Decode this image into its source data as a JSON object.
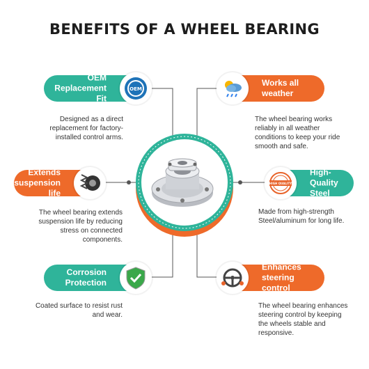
{
  "title": "BENEFITS OF A WHEEL BEARING",
  "benefits": [
    {
      "title_line1": "OEM",
      "title_line2": "Replacement Fit",
      "icon": "oem-badge-icon",
      "icon_text": "OEM",
      "desc_line1": "Designed as a direct",
      "desc_line2": "replacement for factory-",
      "desc_line3": "installed control arms."
    },
    {
      "title_line1": "Works all",
      "title_line2": "weather",
      "icon": "weather-icon",
      "desc_line1": "The wheel bearing works",
      "desc_line2": "reliably in all weather",
      "desc_line3": "conditions to keep your ride",
      "desc_line4": "smooth and safe."
    },
    {
      "title_line1": "Extends",
      "title_line2": "suspension life",
      "icon": "suspension-icon",
      "desc_line1": "The wheel bearing extends",
      "desc_line2": "suspension life by reducing",
      "desc_line3": "stress on connected",
      "desc_line4": "components."
    },
    {
      "title_line1": "High-Quality",
      "title_line2": "Steel",
      "icon": "high-quality-stamp-icon",
      "icon_text": "HIGH QUALITY",
      "desc_line1": "Made from high-strength",
      "desc_line2": "Steel/aluminum for long life."
    },
    {
      "title_line1": "Corrosion",
      "title_line2": "Protection",
      "icon": "shield-check-icon",
      "desc_line1": "Coated surface to resist rust",
      "desc_line2": "and wear."
    },
    {
      "title_line1": "Enhances",
      "title_line2": "steering control",
      "icon": "steering-wheel-icon",
      "desc_line1": "The wheel bearing enhances",
      "desc_line2": "steering control by keeping",
      "desc_line3": "the wheels stable and",
      "desc_line4": "responsive."
    }
  ],
  "colors": {
    "teal": "#2fb49a",
    "orange": "#ee6a2a",
    "title": "#1d1d1d",
    "connector": "#555555"
  }
}
